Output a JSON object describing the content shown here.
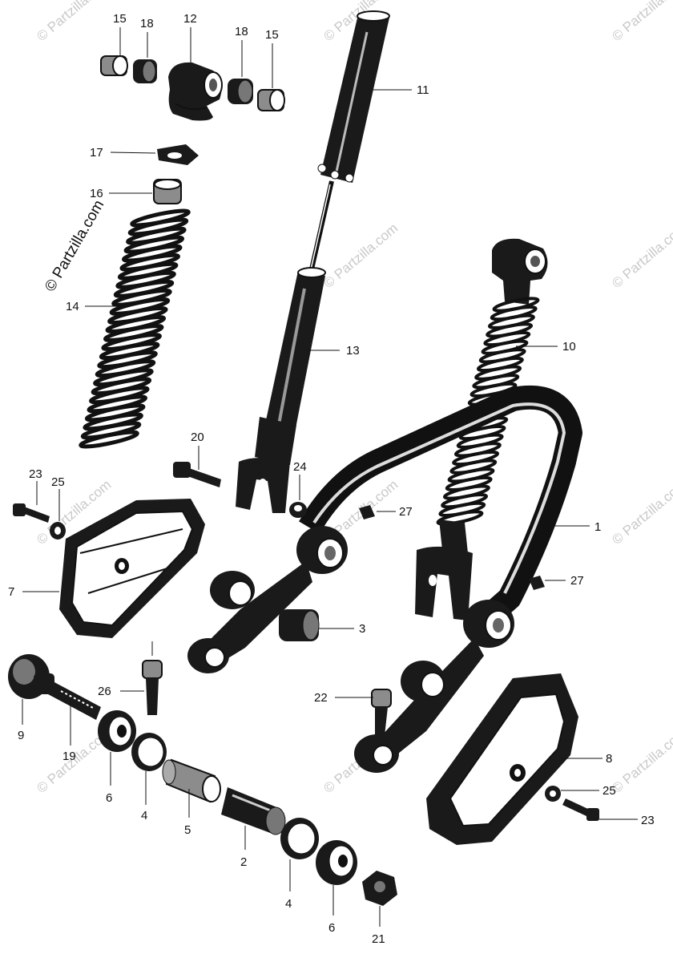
{
  "watermark": {
    "main_text": "© Partzilla.com",
    "repeat_text": "© Partzilla.com"
  },
  "parts": [
    {
      "id": "p15a",
      "number": "15",
      "name": "collar"
    },
    {
      "id": "p18a",
      "number": "18",
      "name": "bushing"
    },
    {
      "id": "p12",
      "number": "12",
      "name": "upper joint"
    },
    {
      "id": "p18b",
      "number": "18",
      "name": "bushing"
    },
    {
      "id": "p15b",
      "number": "15",
      "name": "collar"
    },
    {
      "id": "p11",
      "number": "11",
      "name": "upper cover"
    },
    {
      "id": "p17",
      "number": "17",
      "name": "spring seat"
    },
    {
      "id": "p16",
      "number": "16",
      "name": "stopper"
    },
    {
      "id": "p14",
      "number": "14",
      "name": "spring"
    },
    {
      "id": "p13",
      "number": "13",
      "name": "damper"
    },
    {
      "id": "p10",
      "number": "10",
      "name": "shock absorber"
    },
    {
      "id": "p20",
      "number": "20",
      "name": "bolt"
    },
    {
      "id": "p23a",
      "number": "23",
      "name": "screw"
    },
    {
      "id": "p25a",
      "number": "25",
      "name": "washer"
    },
    {
      "id": "p24",
      "number": "24",
      "name": "nut"
    },
    {
      "id": "p27a",
      "number": "27",
      "name": "grease nipple"
    },
    {
      "id": "p1",
      "number": "1",
      "name": "front fork"
    },
    {
      "id": "p7",
      "number": "7",
      "name": "cover"
    },
    {
      "id": "p27b",
      "number": "27",
      "name": "grease nipple"
    },
    {
      "id": "p3",
      "number": "3",
      "name": "bushing"
    },
    {
      "id": "p26",
      "number": "26",
      "name": "bolt"
    },
    {
      "id": "p22",
      "number": "22",
      "name": "bolt"
    },
    {
      "id": "p9",
      "number": "9",
      "name": "pivot nut"
    },
    {
      "id": "p19",
      "number": "19",
      "name": "pivot bolt"
    },
    {
      "id": "p8",
      "number": "8",
      "name": "cover"
    },
    {
      "id": "p6a",
      "number": "6",
      "name": "dust seal"
    },
    {
      "id": "p4a",
      "number": "4",
      "name": "washer"
    },
    {
      "id": "p25b",
      "number": "25",
      "name": "washer"
    },
    {
      "id": "p23b",
      "number": "23",
      "name": "screw"
    },
    {
      "id": "p5",
      "number": "5",
      "name": "collar"
    },
    {
      "id": "p2",
      "number": "2",
      "name": "bushing"
    },
    {
      "id": "p4b",
      "number": "4",
      "name": "washer"
    },
    {
      "id": "p6b",
      "number": "6",
      "name": "dust seal"
    },
    {
      "id": "p21",
      "number": "21",
      "name": "nut"
    }
  ]
}
